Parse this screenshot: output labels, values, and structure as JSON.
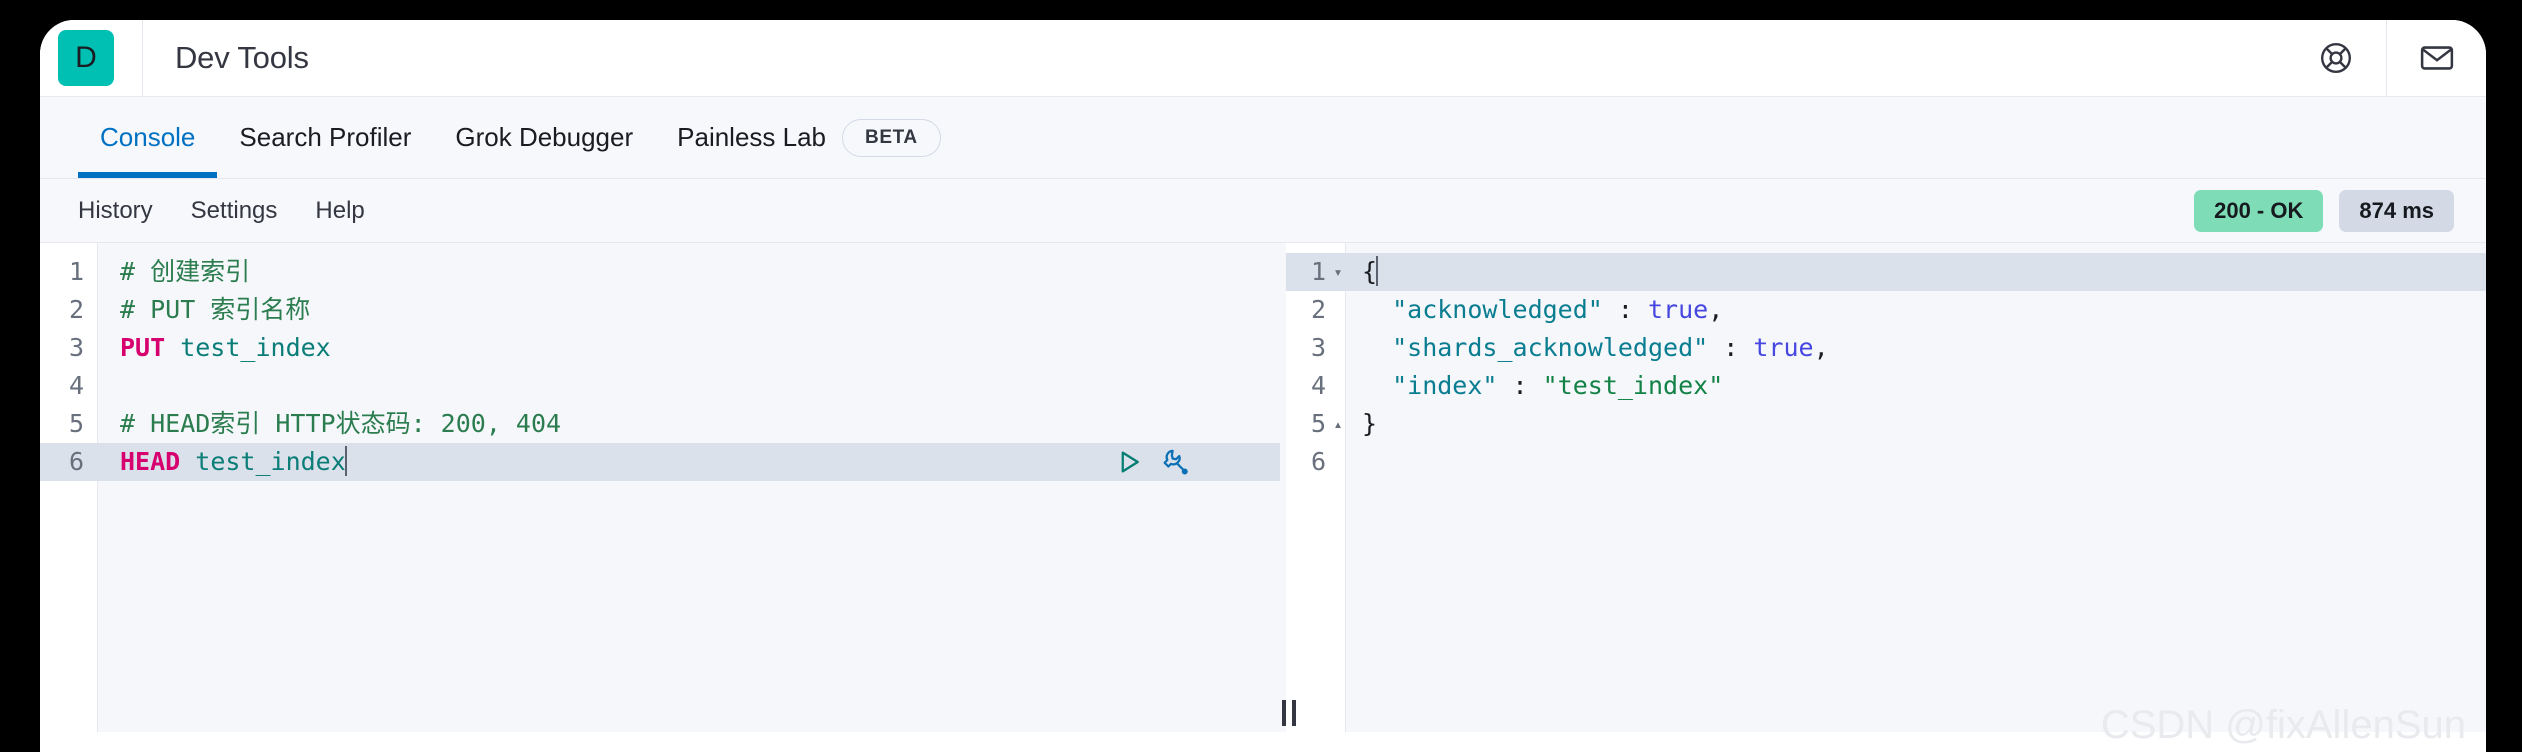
{
  "window": {
    "app_title": "Dev Tools",
    "logo_letter": "D",
    "logo_color": "#00bfb3",
    "accent_color": "#0071c2"
  },
  "header": {
    "icons": [
      {
        "name": "help-life-ring-icon",
        "label": "Help"
      },
      {
        "name": "mail-envelope-icon",
        "label": "Mail"
      }
    ]
  },
  "tabs": [
    {
      "label": "Console",
      "active": true
    },
    {
      "label": "Search Profiler",
      "active": false
    },
    {
      "label": "Grok Debugger",
      "active": false
    },
    {
      "label": "Painless Lab",
      "active": false,
      "badge": "BETA"
    }
  ],
  "toolbar": {
    "links": [
      "History",
      "Settings",
      "Help"
    ],
    "status_code": "200 - OK",
    "status_color": "#7edcb7",
    "duration": "874 ms",
    "duration_color": "#d3dae6"
  },
  "request_editor": {
    "lines": [
      {
        "n": "1",
        "tokens": [
          {
            "cls": "t-comment",
            "text": "# 创建索引"
          }
        ]
      },
      {
        "n": "2",
        "tokens": [
          {
            "cls": "t-comment",
            "text": "# PUT 索引名称"
          }
        ]
      },
      {
        "n": "3",
        "tokens": [
          {
            "cls": "t-method",
            "text": "PUT"
          },
          {
            "cls": "t-url",
            "text": " test_index"
          }
        ]
      },
      {
        "n": "4",
        "tokens": []
      },
      {
        "n": "5",
        "tokens": [
          {
            "cls": "t-comment",
            "text": "# HEAD索引 HTTP状态码: 200, 404"
          }
        ]
      },
      {
        "n": "6",
        "active": true,
        "caret": true,
        "actions": true,
        "tokens": [
          {
            "cls": "t-method",
            "text": "HEAD"
          },
          {
            "cls": "t-url",
            "text": " test_index"
          }
        ]
      }
    ],
    "actions": [
      {
        "name": "send-request-play-icon",
        "label": "Click to send request"
      },
      {
        "name": "wrench-tools-icon",
        "label": "Open documentation / auto indent"
      }
    ]
  },
  "response_viewer": {
    "lines": [
      {
        "n": "1",
        "active": true,
        "fold": "▾",
        "caret": true,
        "tokens": [
          {
            "cls": "t-brace",
            "text": "{"
          }
        ]
      },
      {
        "n": "2",
        "tokens": [
          {
            "cls": "t-key",
            "text": "  \"acknowledged\""
          },
          {
            "cls": "t-punct",
            "text": " : "
          },
          {
            "cls": "t-bool",
            "text": "true"
          },
          {
            "cls": "t-punct",
            "text": ","
          }
        ]
      },
      {
        "n": "3",
        "tokens": [
          {
            "cls": "t-key",
            "text": "  \"shards_acknowledged\""
          },
          {
            "cls": "t-punct",
            "text": " : "
          },
          {
            "cls": "t-bool",
            "text": "true"
          },
          {
            "cls": "t-punct",
            "text": ","
          }
        ]
      },
      {
        "n": "4",
        "tokens": [
          {
            "cls": "t-key",
            "text": "  \"index\""
          },
          {
            "cls": "t-punct",
            "text": " : "
          },
          {
            "cls": "t-string",
            "text": "\"test_index\""
          }
        ]
      },
      {
        "n": "5",
        "fold": "▴",
        "tokens": [
          {
            "cls": "t-brace",
            "text": "}"
          }
        ]
      },
      {
        "n": "6",
        "tokens": []
      }
    ]
  },
  "watermark": "CSDN @fixAllenSun"
}
